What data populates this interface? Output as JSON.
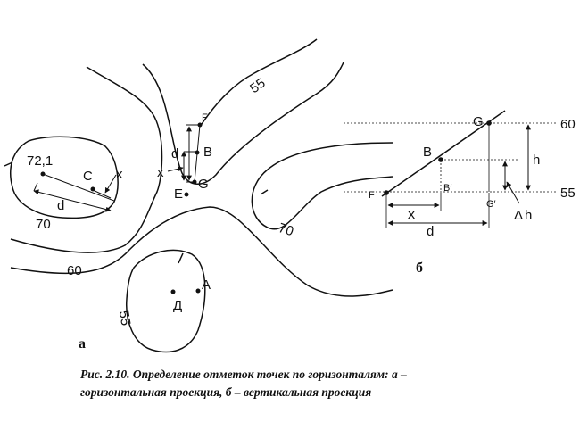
{
  "panel_a": {
    "label": "а",
    "contours": {
      "c72": "72,1",
      "c70_left": "70",
      "c70_right": "70",
      "c60": "60",
      "c55_top": "55",
      "c55_bottom": "55"
    },
    "points": {
      "C": "C",
      "B": "B",
      "E": "E",
      "G": "G",
      "F": "F",
      "A": "A",
      "D": "Д"
    },
    "dims": {
      "x_left": "x",
      "d_left": "d",
      "d_mid": "d",
      "x_mid": "x"
    }
  },
  "panel_b": {
    "label": "б",
    "levels": {
      "top": "60",
      "bottom": "55"
    },
    "points": {
      "G": "G",
      "B": "B",
      "F": "F",
      "B_prime": "B′",
      "G_prime": "G′"
    },
    "dims": {
      "h": "h",
      "dh": "h",
      "dh_symbol": "Δ",
      "X": "X",
      "d": "d"
    }
  },
  "caption": {
    "line1": "Рис.  2.10. Определение отметок точек по горизонталям: а –",
    "line2": "горизонтальная проекция, б – вертикальная проекция"
  }
}
